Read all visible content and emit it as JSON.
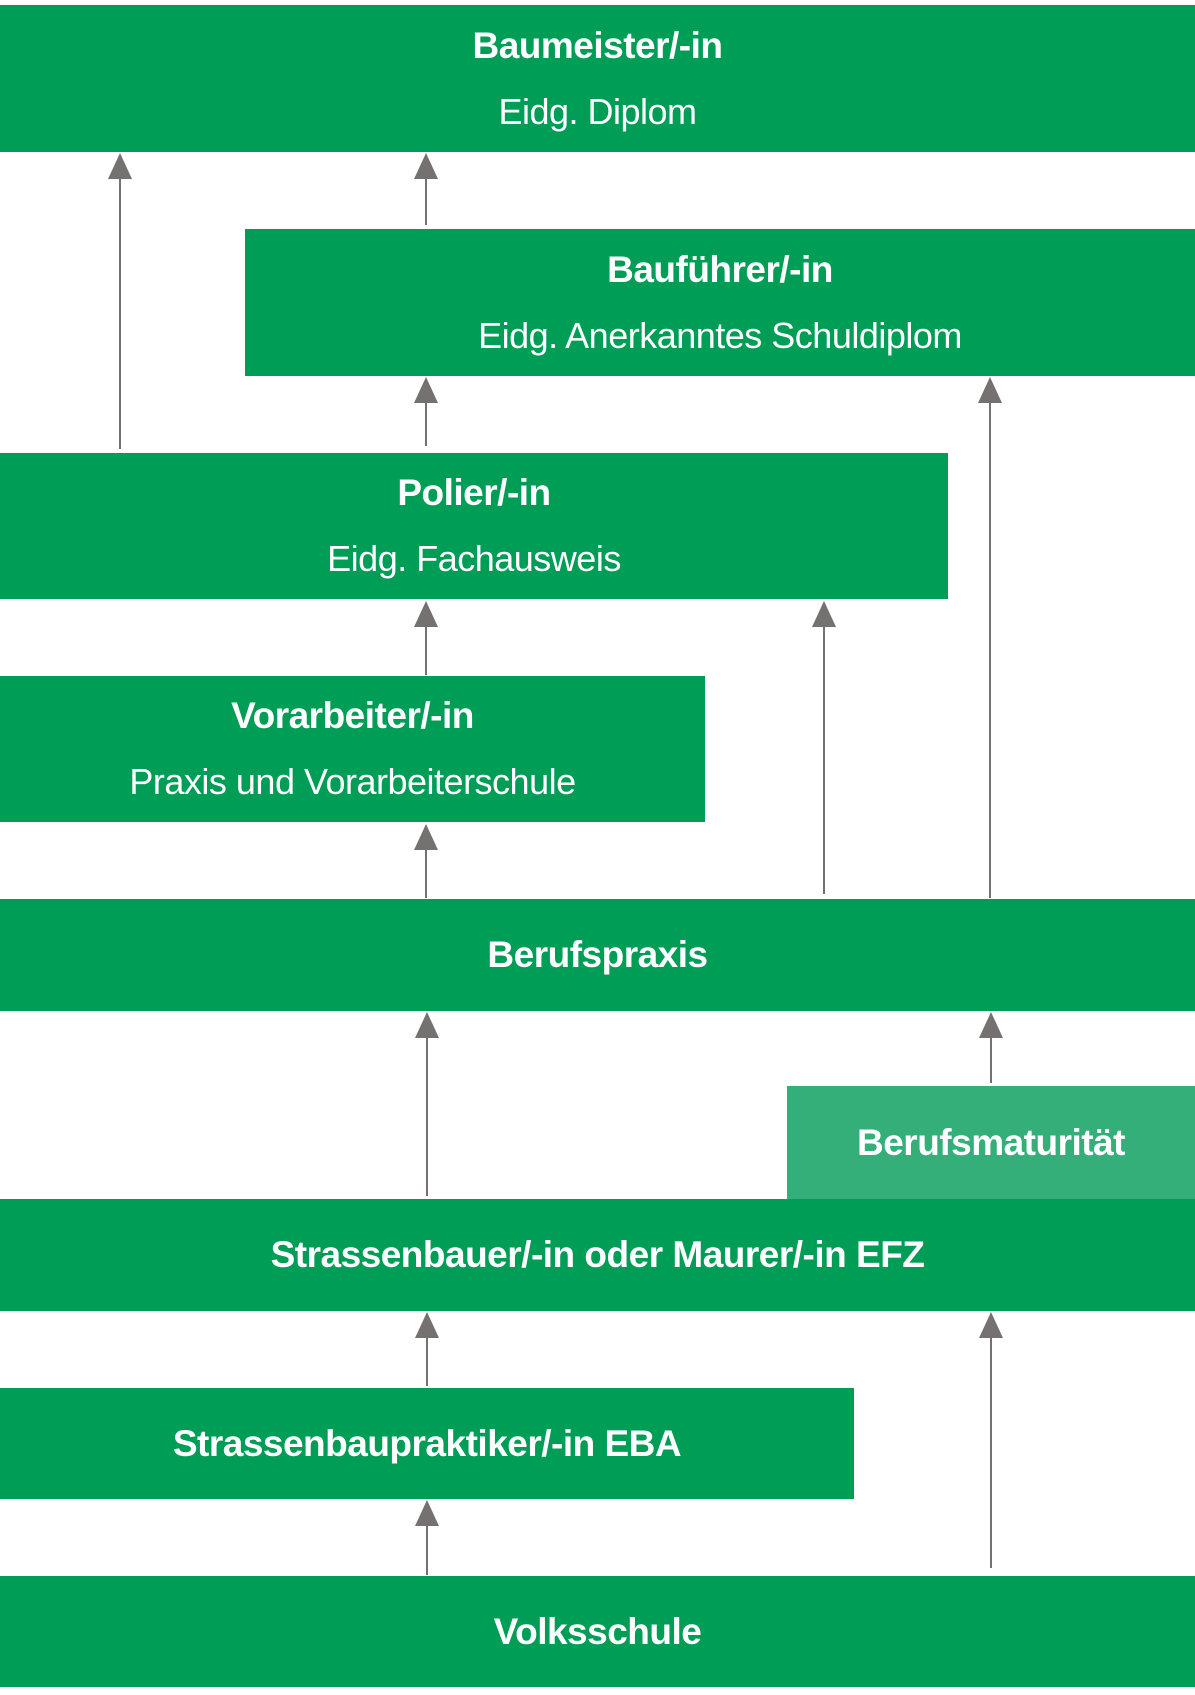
{
  "colors": {
    "primary": "#009D57",
    "light": "#35AF7A",
    "arrow": "#767171"
  },
  "nodes": {
    "baumeister": {
      "title": "Baumeister/-in",
      "subtitle": "Eidg. Diplom"
    },
    "baufuehrer": {
      "title": "Bauführer/-in",
      "subtitle": "Eidg. Anerkanntes Schuldiplom"
    },
    "polier": {
      "title": "Polier/-in",
      "subtitle": "Eidg. Fachausweis"
    },
    "vorarbeiter": {
      "title": "Vorarbeiter/-in",
      "subtitle": "Praxis und Vorarbeiterschule"
    },
    "berufspraxis": {
      "title": "Berufspraxis"
    },
    "berufsmaturitaet": {
      "title": "Berufsmaturität"
    },
    "strassenbauer": {
      "title": "Strassenbauer/-in oder Maurer/-in EFZ"
    },
    "strassenbaupraktiker": {
      "title": "Strassenbaupraktiker/-in EBA"
    },
    "volksschule": {
      "title": "Volksschule"
    }
  }
}
